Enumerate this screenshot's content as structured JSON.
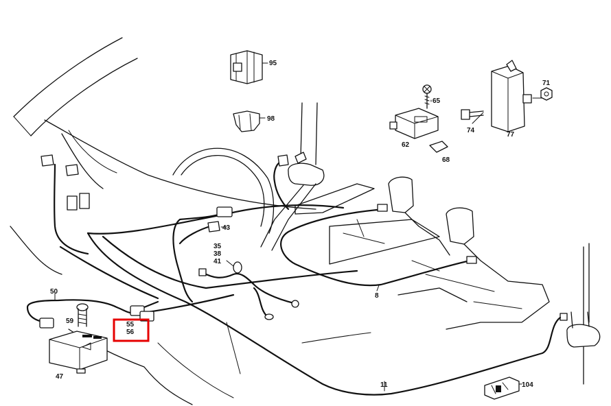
{
  "labels": {
    "l95": "95",
    "l98": "98",
    "l65": "65",
    "l62": "62",
    "l68": "68",
    "l74": "74",
    "l77": "77",
    "l71": "71",
    "l43": "43",
    "l35": "35",
    "l38": "38",
    "l41": "41",
    "l50": "50",
    "l59": "59",
    "l55": "55",
    "l56": "56",
    "l47": "47",
    "l8": "8",
    "l11": "11",
    "l104": "104"
  },
  "highlight": {
    "target_labels": [
      "55",
      "56"
    ],
    "color": "#e60000"
  }
}
